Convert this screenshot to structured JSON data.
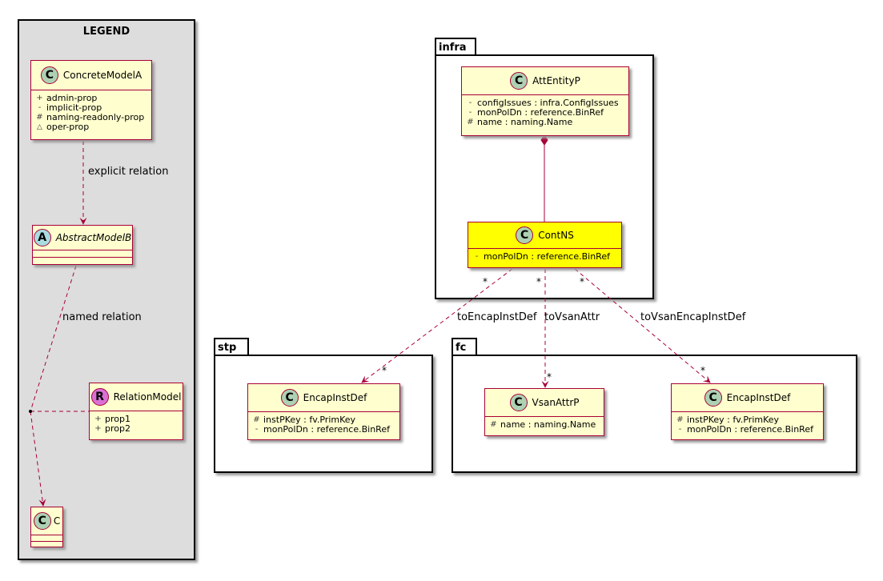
{
  "legend": {
    "title": "LEGEND",
    "concrete": {
      "badge": "C",
      "name": "ConcreteModelA",
      "attrs": [
        {
          "vis": "+",
          "text": "admin-prop"
        },
        {
          "vis": "-",
          "text": "implicit-prop"
        },
        {
          "vis": "#",
          "text": "naming-readonly-prop"
        },
        {
          "vis": "~",
          "text": "oper-prop"
        }
      ]
    },
    "explicit_label": "explicit relation",
    "abstract": {
      "badge": "A",
      "name": "AbstractModelB"
    },
    "named_label": "named relation",
    "relation": {
      "badge": "R",
      "name": "RelationModel",
      "attrs": [
        {
          "vis": "+",
          "text": "prop1"
        },
        {
          "vis": "+",
          "text": "prop2"
        }
      ]
    },
    "c": {
      "badge": "C",
      "name": "C"
    }
  },
  "packages": {
    "infra": {
      "name": "infra",
      "att_entity": {
        "badge": "C",
        "name": "AttEntityP",
        "attrs": [
          {
            "vis": "-",
            "text": "configIssues : infra.ConfigIssues"
          },
          {
            "vis": "-",
            "text": "monPolDn : reference.BinRef"
          },
          {
            "vis": "#",
            "text": "name : naming.Name"
          }
        ]
      },
      "cont_ns": {
        "badge": "C",
        "name": "ContNS",
        "attrs": [
          {
            "vis": "-",
            "text": "monPolDn : reference.BinRef"
          }
        ]
      }
    },
    "stp": {
      "name": "stp",
      "encap": {
        "badge": "C",
        "name": "EncapInstDef",
        "attrs": [
          {
            "vis": "#",
            "text": "instPKey : fv.PrimKey"
          },
          {
            "vis": "-",
            "text": "monPolDn : reference.BinRef"
          }
        ]
      }
    },
    "fc": {
      "name": "fc",
      "vsan": {
        "badge": "C",
        "name": "VsanAttrP",
        "attrs": [
          {
            "vis": "#",
            "text": "name : naming.Name"
          }
        ]
      },
      "encap": {
        "badge": "C",
        "name": "EncapInstDef",
        "attrs": [
          {
            "vis": "#",
            "text": "instPKey : fv.PrimKey"
          },
          {
            "vis": "-",
            "text": "monPolDn : reference.BinRef"
          }
        ]
      }
    }
  },
  "relations": {
    "to_encap": {
      "label": "toEncapInstDef",
      "src_mult": "*",
      "dst_mult": "*"
    },
    "to_vsan": {
      "label": "toVsanAttr",
      "src_mult": "*",
      "dst_mult": "*"
    },
    "to_vsan_encap": {
      "label": "toVsanEncapInstDef",
      "src_mult": "*",
      "dst_mult": "*"
    }
  },
  "colors": {
    "class_fill": "#fefece",
    "class_border": "#a80036",
    "highlight_fill": "#ffff00",
    "relation_line": "#a80036",
    "legend_fill": "#dddddd"
  }
}
